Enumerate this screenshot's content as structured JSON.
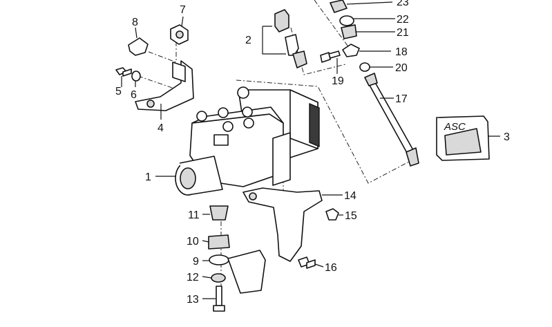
{
  "callouts": {
    "c1": "1",
    "c2": "2",
    "c3": "3",
    "c4": "4",
    "c5": "5",
    "c6": "6",
    "c7": "7",
    "c8": "8",
    "c10": "10",
    "c11": "11",
    "c12": "12",
    "c13": "13",
    "c14": "14",
    "c15": "15",
    "c16": "16",
    "c17": "17",
    "c18": "18",
    "c19": "19",
    "c20": "20",
    "c21": "21",
    "c22": "22",
    "c23": "23"
  },
  "badge": {
    "text": "ASC"
  }
}
